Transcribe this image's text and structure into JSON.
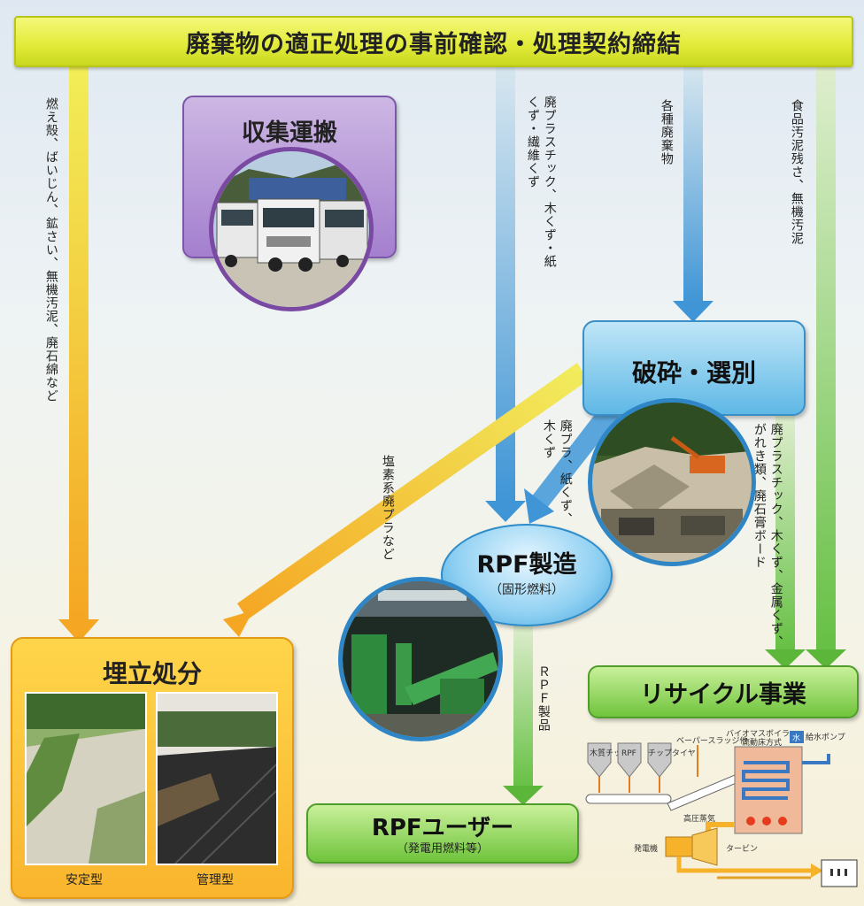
{
  "banner": {
    "title": "廃棄物の適正処理の事前確認・処理契約締結"
  },
  "labels": {
    "left_waste": "燃え殻、ばいじん、鉱さい、無機汚泥、廃石綿など",
    "plastic_paper": "廃プラスチック、木くず・紙くず・繊維くず",
    "various_waste": "各種廃棄物",
    "food_sludge": "食品汚泥残さ、無機汚泥",
    "plastic_wood_small": "廃プラ、紙くず、木くず",
    "chlorine_plastic": "塩素系廃プラなど",
    "recycle_items": "廃プラスチック、木くず、金属くず、がれき類、廃石膏ボード",
    "rpf_product": "ＲＰＦ製品"
  },
  "nodes": {
    "collection": "収集運搬",
    "crush_sort": "破砕・選別",
    "rpf_mfg": "RPF製造",
    "rpf_mfg_sub": "（固形燃料）",
    "landfill": "埋立処分",
    "landfill_stable": "安定型",
    "landfill_managed": "管理型",
    "recycle_business": "リサイクル事業",
    "rpf_user": "RPFユーザー",
    "rpf_user_sub": "（発電用燃料等）"
  },
  "plant_diagram": {
    "hopper1": "木質チップ",
    "hopper2": "RPF",
    "hopper3": "チップタイヤ",
    "conveyor": "ベーパースラッジ他",
    "boiler": "バイオマスボイラー",
    "boiler_sub": "流動床方式",
    "water": "水",
    "pump": "給水ポンプ",
    "steam": "高圧蒸気",
    "generator": "発電機",
    "turbine": "タービン"
  },
  "colors": {
    "yellow_arrow": "#f4b62a",
    "blue_arrow": "#4f9fd8",
    "green_arrow": "#7dc85a"
  }
}
